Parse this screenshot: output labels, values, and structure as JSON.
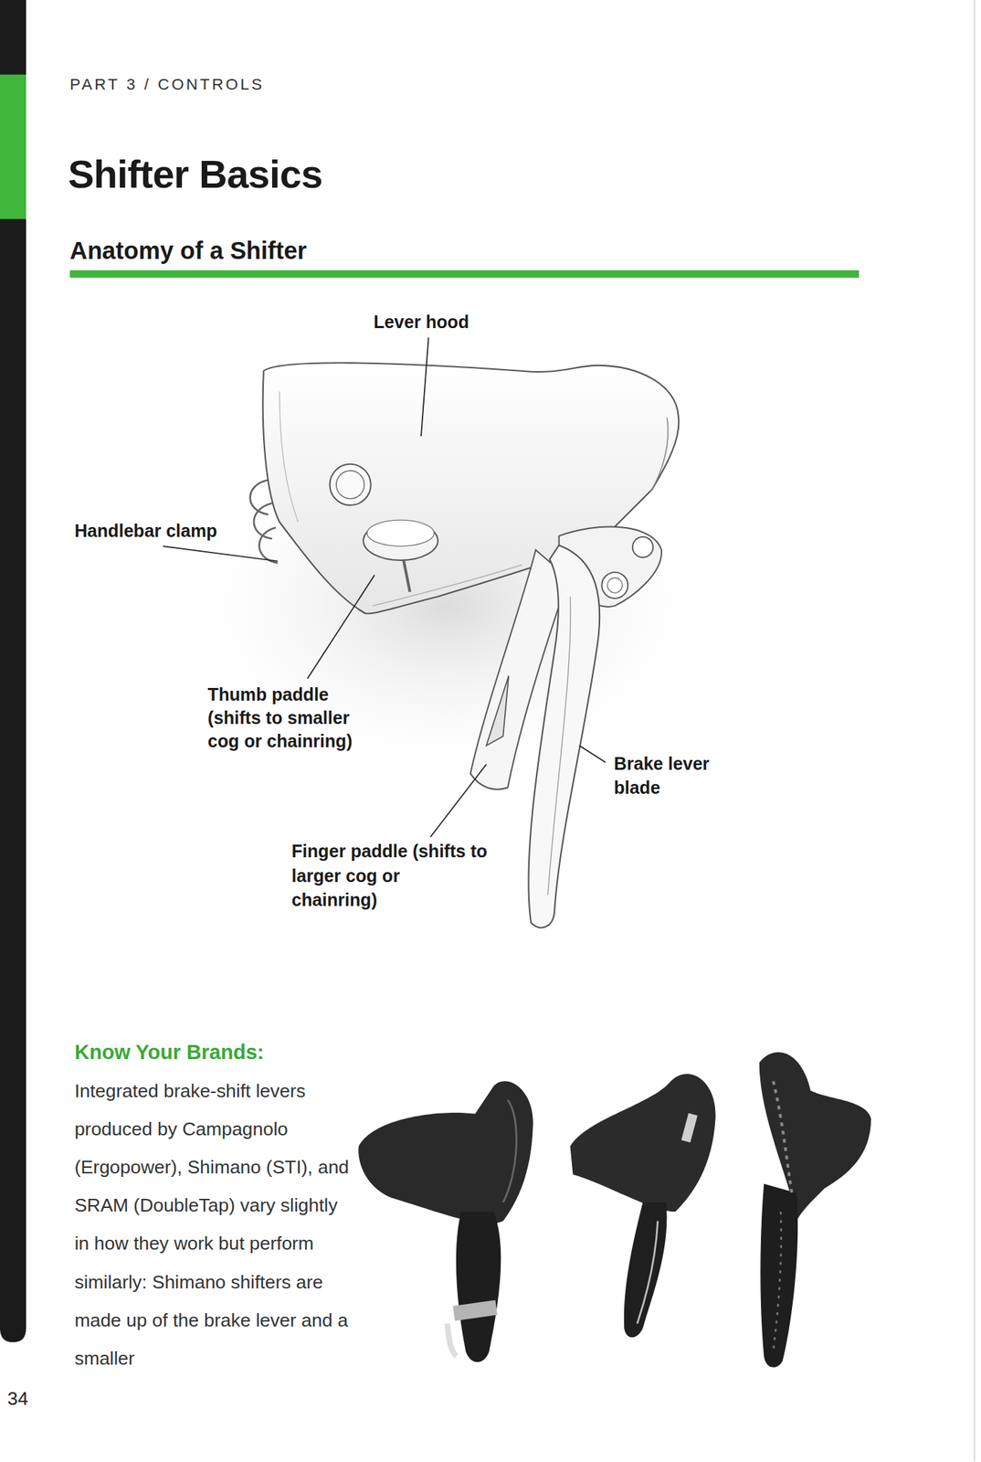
{
  "diagram": {
    "title": "Shifter Basics",
    "labels": [
      "PART 3 / CONTROLS",
      "Anatomy of a Shifter",
      "Lever hood",
      "Handlebar clamp",
      "Thumb paddle (shifts to smaller cog or chainring)",
      "Brake lever blade",
      "Finger paddle (shifts to larger cog or chainring)",
      "Know Your Brands:",
      "Integrated brake-shift levers produced by Campagnolo (Ergopower), Shimano (STI), and SRAM (DoubleTap) vary slightly in how they work but perform similarly: Shimano shifters are made up of the brake lever and a smaller",
      "34"
    ]
  }
}
